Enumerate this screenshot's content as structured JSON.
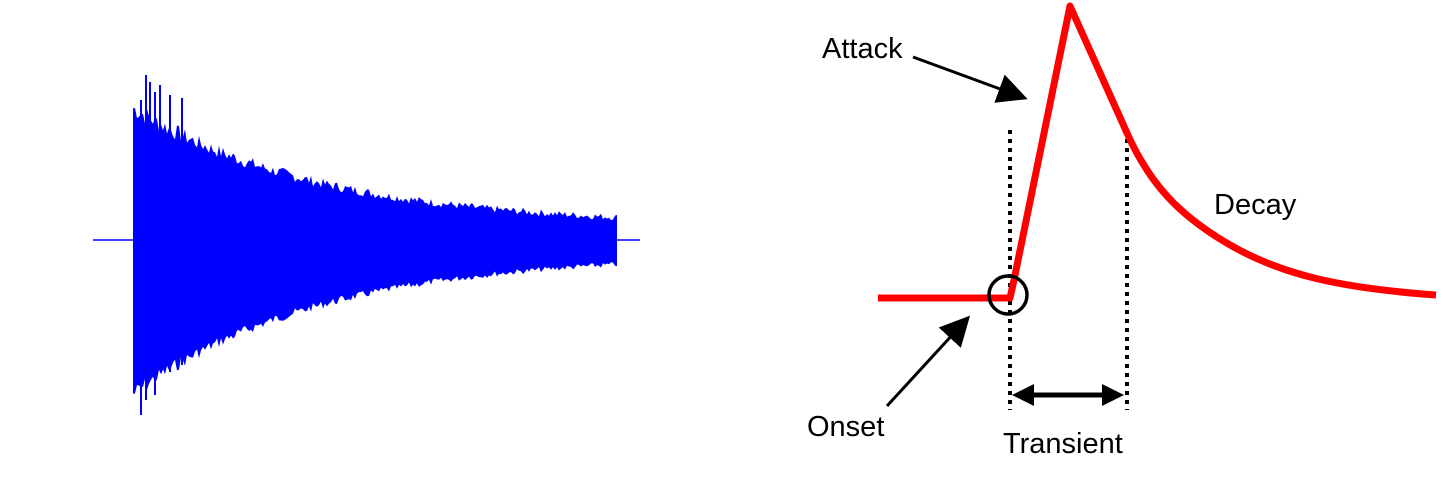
{
  "waveform": {
    "color": "#0000ff"
  },
  "envelope": {
    "color": "#ff0000",
    "labels": {
      "attack": "Attack",
      "decay": "Decay",
      "onset": "Onset",
      "transient": "Transient"
    },
    "annotation_color": "#000000"
  }
}
